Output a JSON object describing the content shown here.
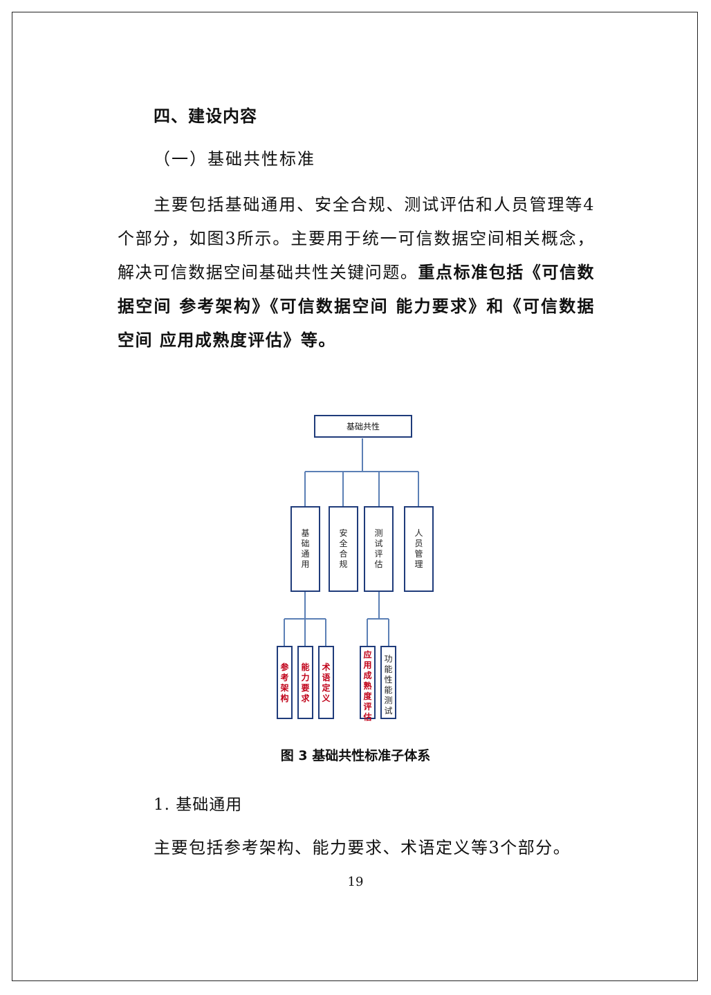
{
  "section_heading": "四、建设内容",
  "subsection_heading": "（一）基础共性标准",
  "paragraph": {
    "normal": "主要包括基础通用、安全合规、测试评估和人员管理等4个部分，如图3所示。主要用于统一可信数据空间相关概念，解决可信数据空间基础共性关键问题。",
    "bold": "重点标准包括《可信数据空间 参考架构》《可信数据空间 能力要求》和《可信数据空间 应用成熟度评估》等。"
  },
  "diagram": {
    "root": "基础共性",
    "level2": [
      "基础通用",
      "安全合规",
      "测试评估",
      "人员管理"
    ],
    "level3_under_jichu": [
      "参考架构",
      "能力要求",
      "术语定义"
    ],
    "level3_under_ceshi": [
      "应用成熟度评估",
      "功能性能测试"
    ],
    "colors": {
      "box_border": "#1f3b7a",
      "connector": "#5b7fb5",
      "highlight_text": "#c00018"
    }
  },
  "caption": "图 3 基础共性标准子体系",
  "section1_title": "1. 基础通用",
  "section1_body": "主要包括参考架构、能力要求、术语定义等3个部分。",
  "page_number": "19"
}
